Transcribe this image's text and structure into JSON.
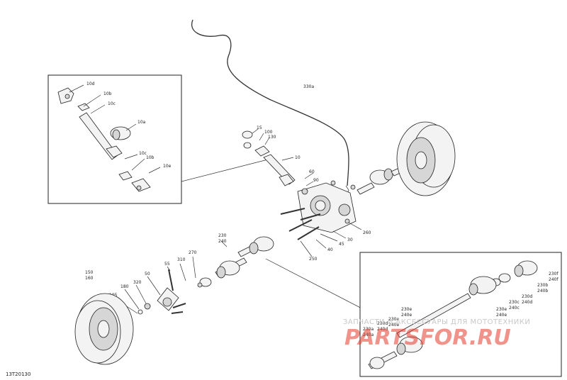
{
  "diagram_code": "13T20130",
  "watermark": {
    "subtitle": "ЗАПЧАСТИ И АКСЕССУАРЫ ДЛЯ МОТОТЕХНИКИ",
    "brand": "PARTSFOR.RU"
  },
  "labels": {
    "p330a": "330a",
    "p10d": "10d",
    "p10b_top": "10b",
    "p10c_top": "10c",
    "p10a": "10a",
    "p10c_bot": "10c",
    "p10b_bot": "10b",
    "p10e": "10e",
    "p15": "15",
    "p100": "100",
    "p130": "130",
    "p10": "10",
    "p60": "60",
    "p90": "90",
    "p260": "260",
    "p30": "30",
    "p45": "45",
    "p40": "40",
    "p250": "250",
    "p230_top": "230",
    "p240_top": "240",
    "p270": "270",
    "p310": "310",
    "p55": "55",
    "p50": "50",
    "p320": "320",
    "p180": "180",
    "p195": "195",
    "p150": "150",
    "p160": "160",
    "d230f": "230f",
    "d240f": "240f",
    "d230b": "230b",
    "d240b": "240b",
    "d230d": "230d",
    "d240d": "240d",
    "d230c": "230c",
    "d240c": "240c",
    "d230e_r": "230e",
    "d240e_r": "240e",
    "d230e_m": "230e",
    "d240e_m": "240e",
    "d230e_l": "230e",
    "d240e_l": "240e",
    "d230d_l": "230d",
    "d240d_l": "240d",
    "d230a": "230a",
    "d240a": "240a"
  }
}
